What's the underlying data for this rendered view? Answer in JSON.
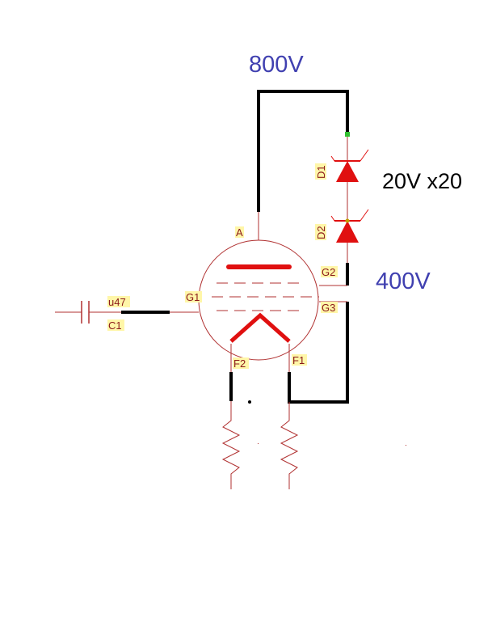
{
  "labels": {
    "voltage_top": "800V",
    "voltage_mid": "400V",
    "zener_note": "20V x20",
    "anode": "A",
    "grid1": "G1",
    "grid2": "G2",
    "grid3": "G3",
    "filament1": "F1",
    "filament2": "F2",
    "diode1": "D1",
    "diode2": "D2",
    "capacitor": "C1",
    "capacitor_value": "u47"
  },
  "colors": {
    "voltage_text": "#4040b0",
    "component_red": "#e01010",
    "outline_thin": "#b03030",
    "wire_black": "#000000",
    "label_background": "#fff6a8"
  }
}
